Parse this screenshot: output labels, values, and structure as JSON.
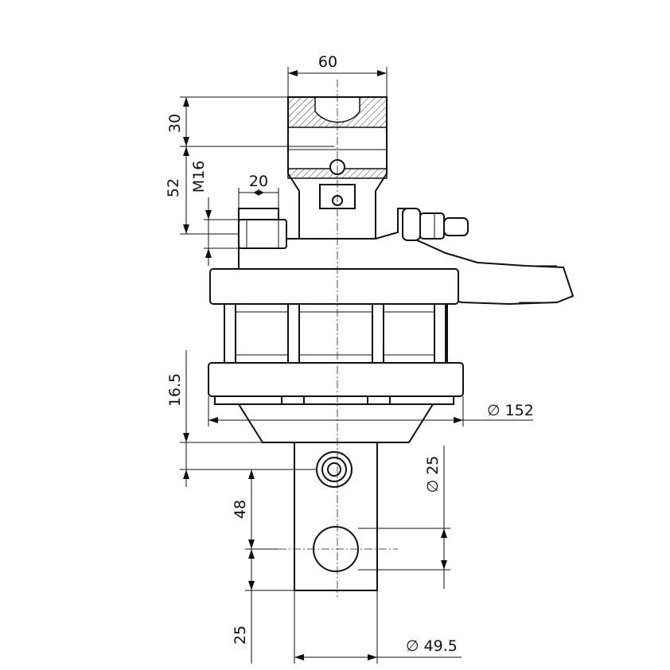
{
  "dimensions": {
    "top_width": "60",
    "head_height": "30",
    "flange_offset": "52",
    "thread": "M16",
    "port_width": "20",
    "flange_thickness": "16.5",
    "body_diameter": "∅ 152",
    "pin_diameter": "∅ 25",
    "shaft_height": "48",
    "shaft_end": "25",
    "shaft_width": "∅ 49.5"
  }
}
